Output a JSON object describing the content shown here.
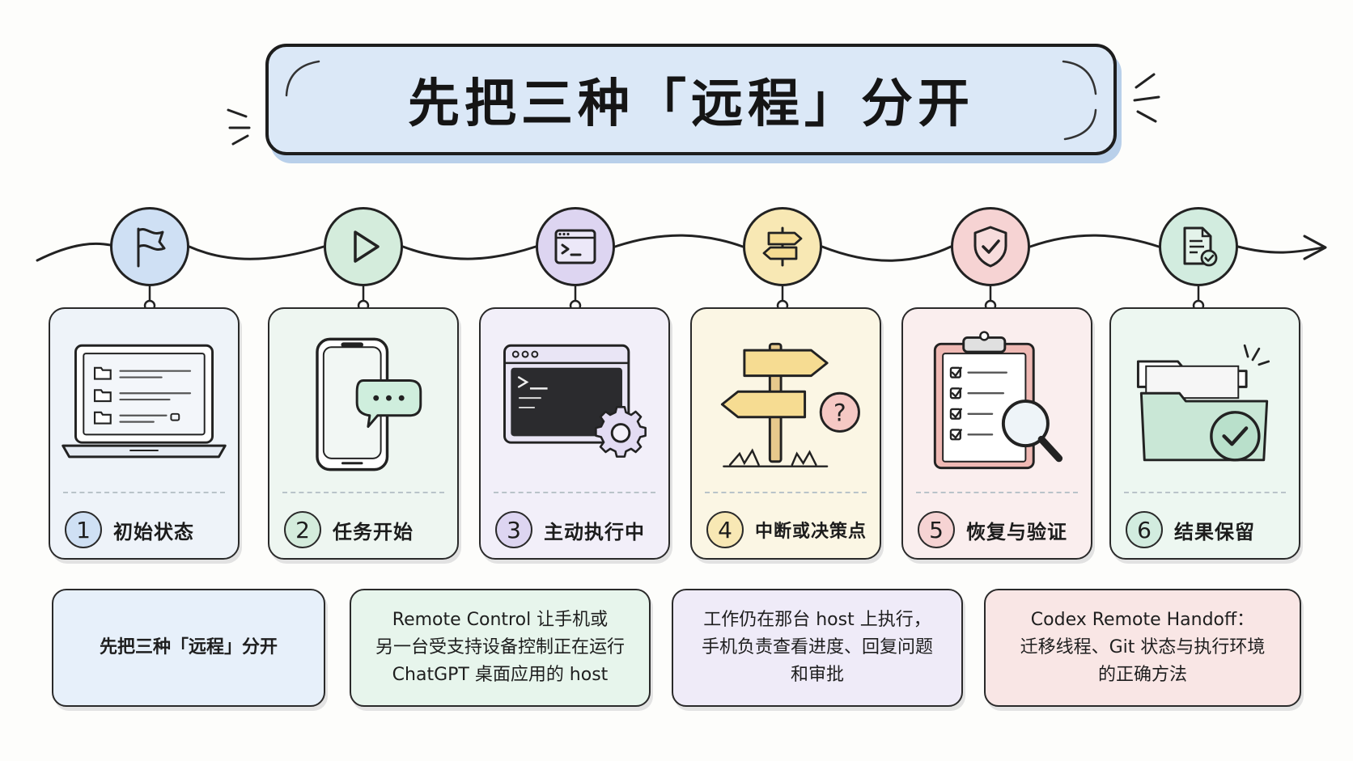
{
  "title": "先把三种「远程」分开",
  "colors": {
    "blue": "#dbe8f7",
    "green": "#dcefe3",
    "purple": "#e6e0f5",
    "yellow": "#fbf0cc",
    "pink": "#f8dedd",
    "mint": "#d9efe4"
  },
  "steps": [
    {
      "number": "1",
      "label": "初始状态",
      "icon": "flag-icon",
      "illustration": "laptop-file-list"
    },
    {
      "number": "2",
      "label": "任务开始",
      "icon": "play-icon",
      "illustration": "phone-chat-bubble"
    },
    {
      "number": "3",
      "label": "主动执行中",
      "icon": "terminal-icon",
      "illustration": "terminal-gear"
    },
    {
      "number": "4",
      "label": "中断或决策点",
      "icon": "signpost-icon",
      "illustration": "signpost-question"
    },
    {
      "number": "5",
      "label": "恢复与验证",
      "icon": "shield-check-icon",
      "illustration": "clipboard-magnifier"
    },
    {
      "number": "6",
      "label": "结果保留",
      "icon": "document-check-icon",
      "illustration": "folder-check"
    }
  ],
  "notes": [
    {
      "lines": [
        "先把三种「远程」分开"
      ]
    },
    {
      "lines": [
        "Remote Control 让手机或",
        "另一台受支持设备控制正在运行",
        "ChatGPT 桌面应用的 host"
      ]
    },
    {
      "lines": [
        "工作仍在那台 host 上执行，",
        "手机负责查看进度、回复问题",
        "和审批"
      ]
    },
    {
      "lines": [
        "Codex Remote Handoff：",
        "迁移线程、Git 状态与执行环境",
        "的正确方法"
      ]
    }
  ]
}
